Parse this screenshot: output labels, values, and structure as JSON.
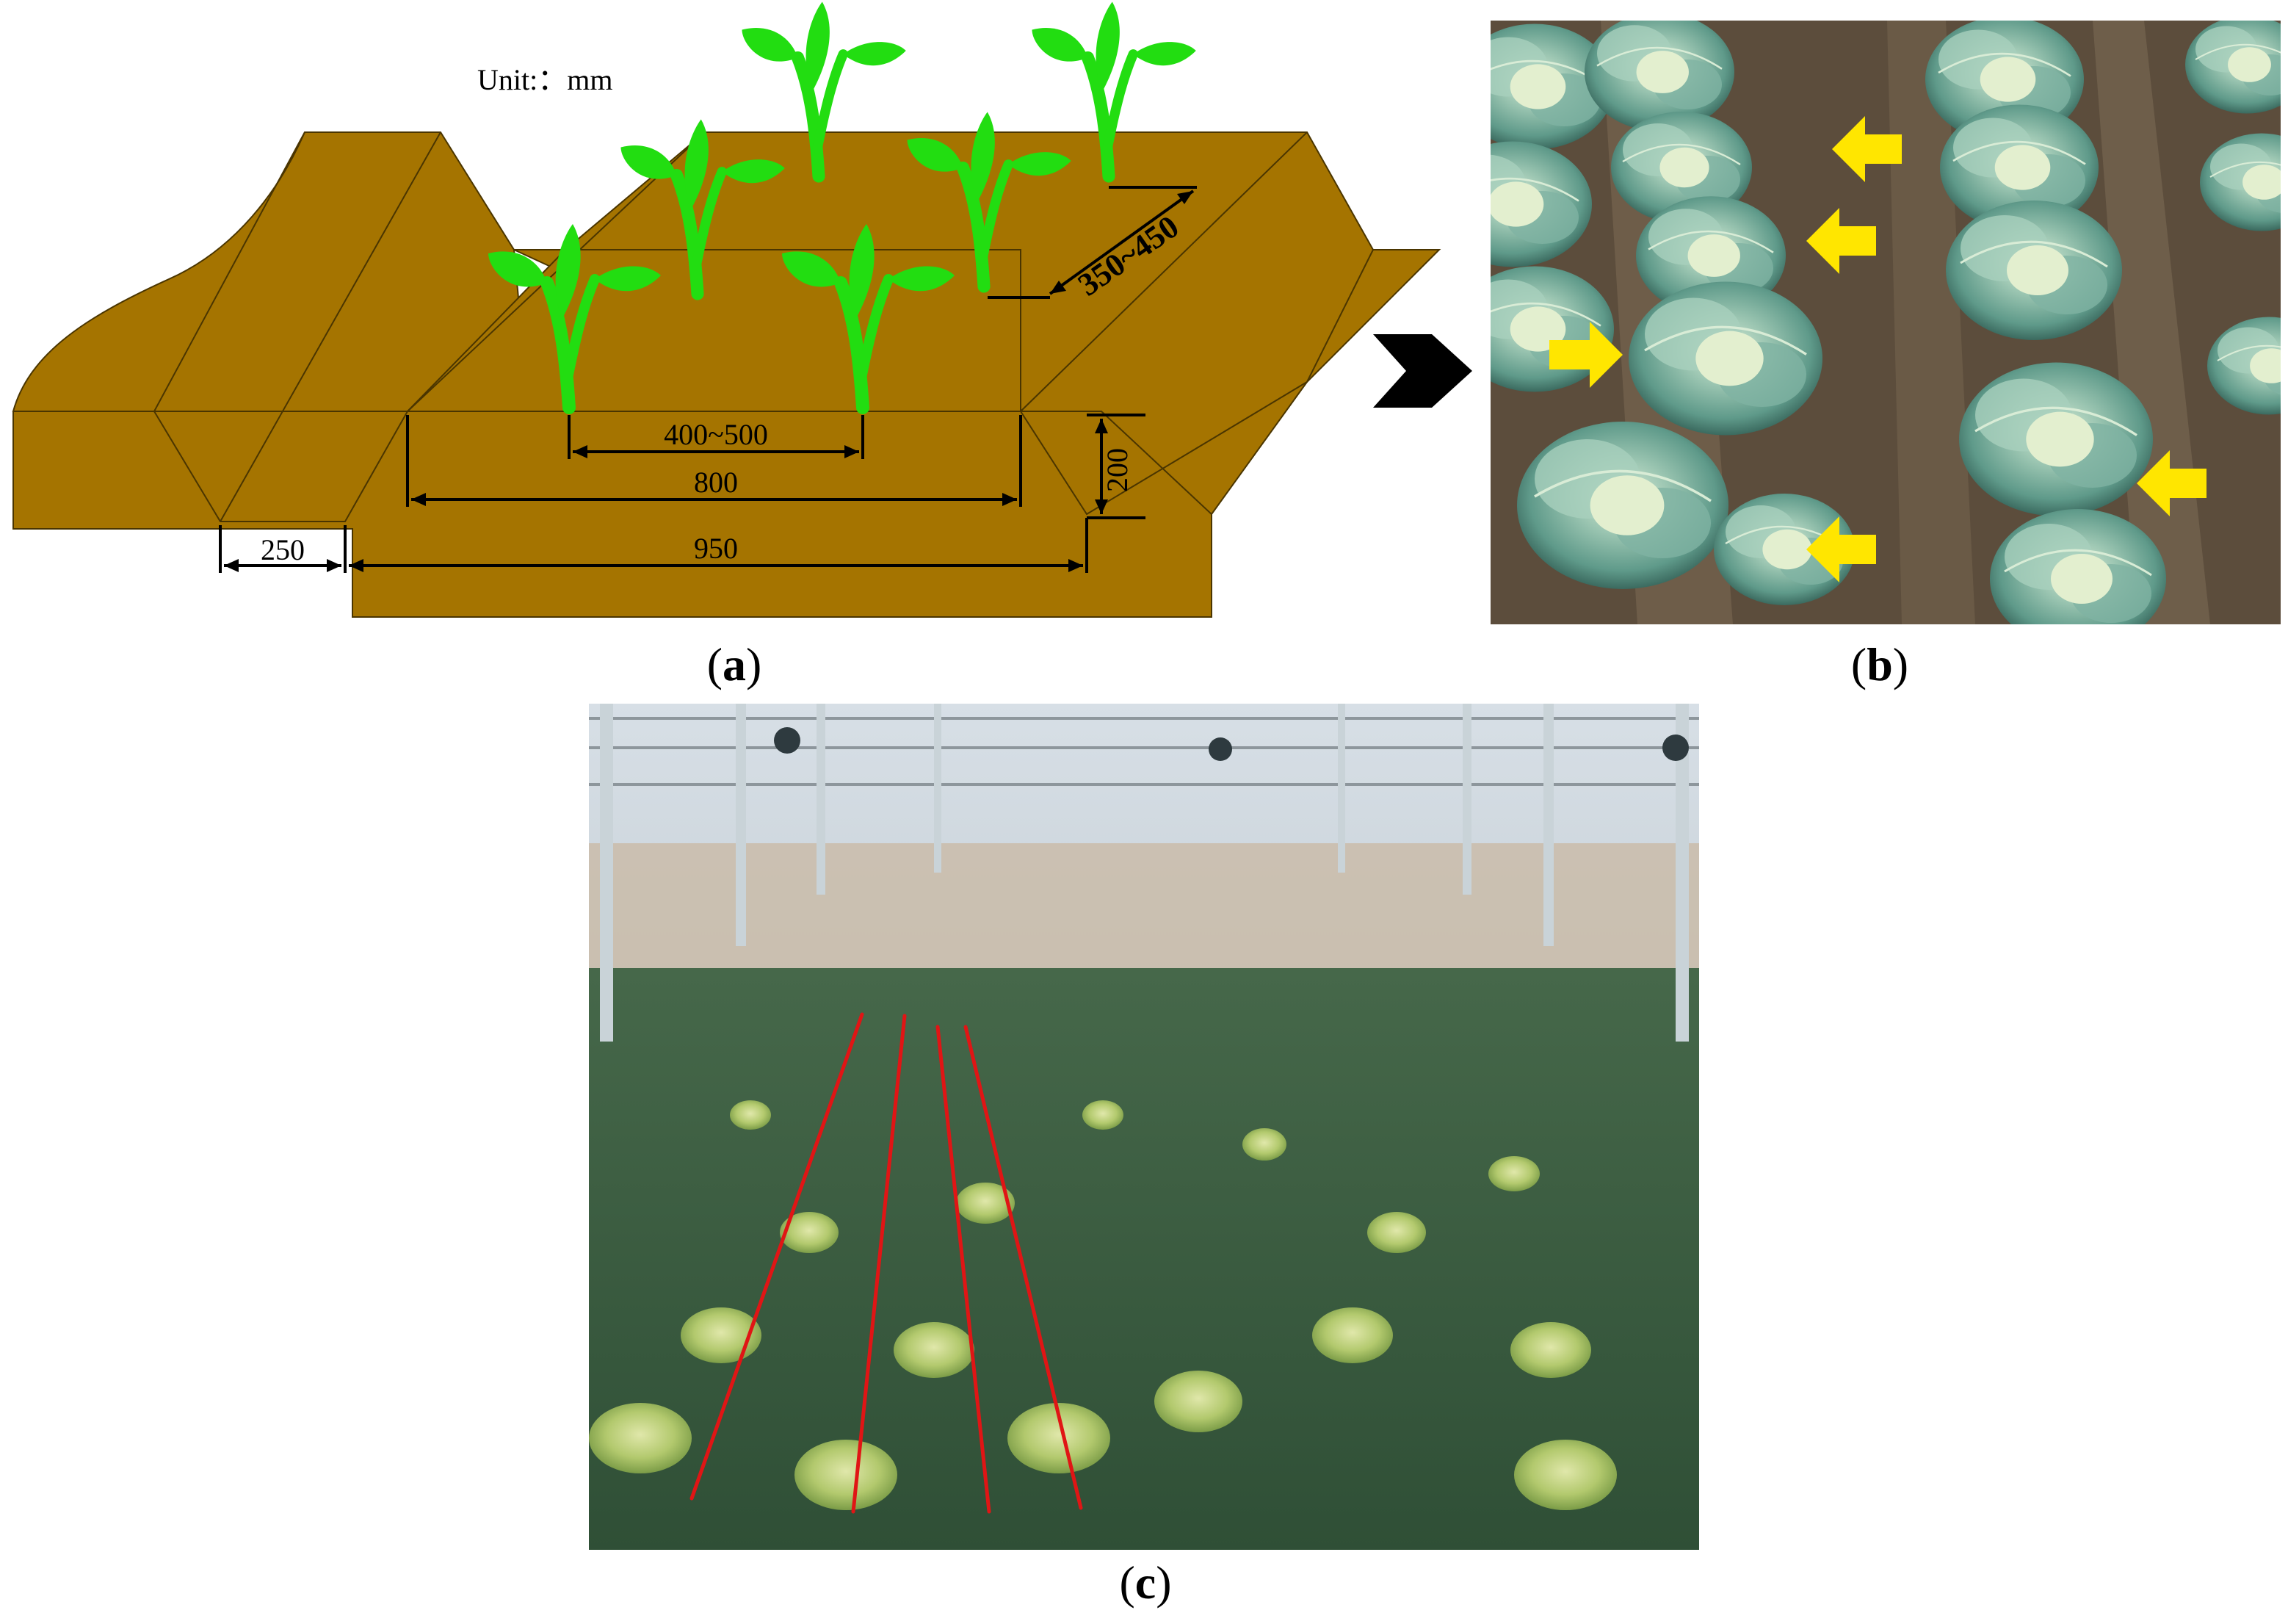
{
  "panel_a": {
    "unit_label": "Unit:：mm",
    "dim_plant_spacing": "400~500",
    "dim_bed_top": "800",
    "dim_bed_height": "200",
    "dim_furrow": "250",
    "dim_bed_pitch": "950",
    "dim_row_spacing": "350~450",
    "caption_letter": "a",
    "soil_color": "#A57400",
    "plant_color": "#22DD11"
  },
  "panel_b": {
    "caption_letter": "b",
    "arrow_color": "#FFE600"
  },
  "panel_c": {
    "caption_letter": "c",
    "line_color": "#E01515"
  }
}
